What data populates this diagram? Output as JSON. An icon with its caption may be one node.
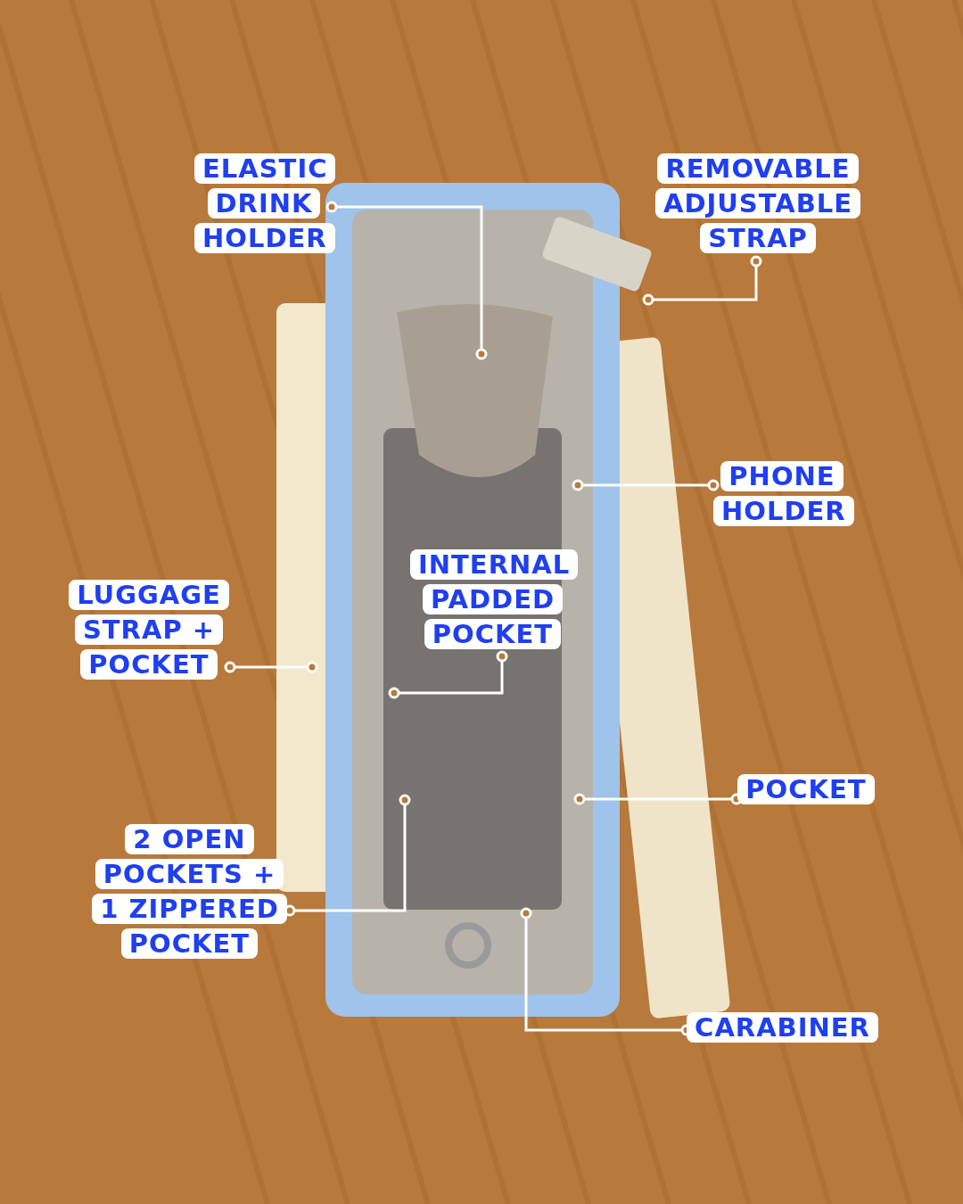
{
  "diagram": {
    "nodes": [
      {
        "text": [
          "ELASTIC DRINK HOLDER"
        ]
      },
      {
        "text": [
          "REMOVABLE ADJUSTABLE STRAP"
        ]
      },
      {
        "text": [
          "PHONE HOLDER"
        ]
      },
      {
        "text": [
          "INTERNAL PADDED POCKET"
        ]
      },
      {
        "text": [
          "LUGGAGE STRAP + POCKET"
        ]
      },
      {
        "text": [
          "POCKET"
        ]
      },
      {
        "text": [
          "2 OPEN POCKETS + 1 ZIPPERED POCKET"
        ]
      },
      {
        "text": [
          "CARABINER"
        ]
      }
    ],
    "edges": [
      {
        "from": 0,
        "to": null,
        "arrow": "other"
      },
      {
        "from": 1,
        "to": null,
        "arrow": "other"
      },
      {
        "from": 2,
        "to": null,
        "arrow": "other"
      },
      {
        "from": 3,
        "to": null,
        "arrow": "other"
      },
      {
        "from": 4,
        "to": null,
        "arrow": "other"
      },
      {
        "from": 5,
        "to": null,
        "arrow": "other"
      },
      {
        "from": 6,
        "to": null,
        "arrow": "other"
      },
      {
        "from": 7,
        "to": null,
        "arrow": "other"
      }
    ]
  }
}
